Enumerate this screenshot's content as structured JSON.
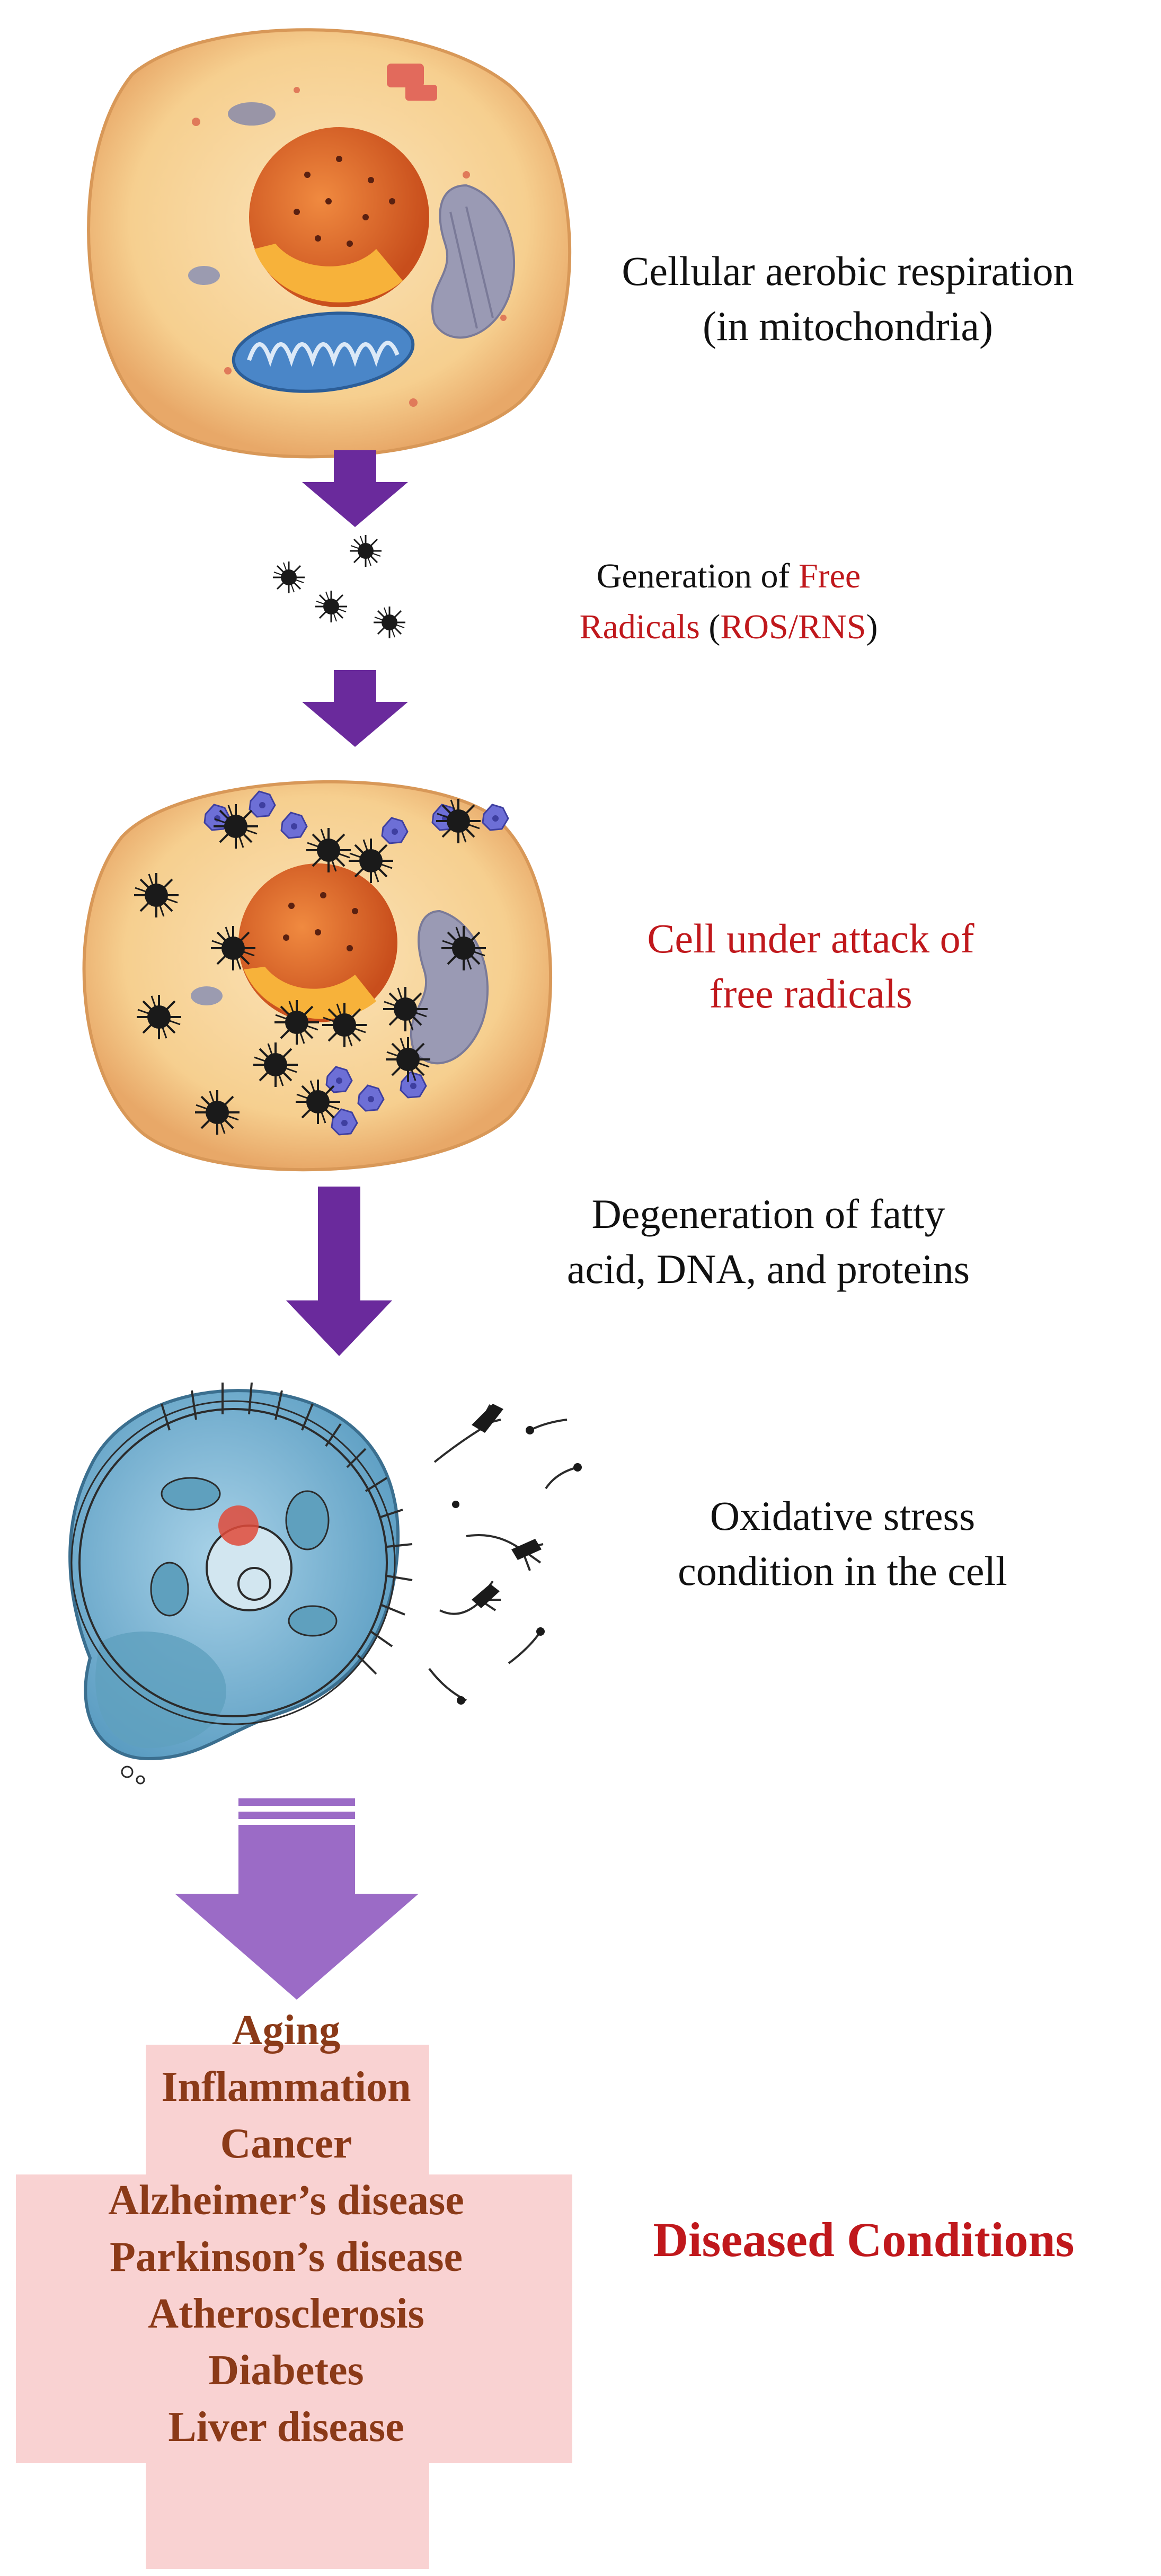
{
  "steps": {
    "respiration": {
      "line1": "Cellular aerobic respiration",
      "line2": "(in mitochondria)"
    },
    "generation": {
      "prefix": "Generation of ",
      "free": "Free",
      "radicals": "Radicals",
      "open_paren": " (",
      "ros_rns": "ROS/RNS",
      "close_paren": ")"
    },
    "attack": {
      "line1": "Cell under attack of",
      "line2": "free radicals"
    },
    "degeneration": {
      "line1": "Degeneration of fatty",
      "line2": "acid, DNA, and proteins"
    },
    "oxidative": {
      "line1": "Oxidative stress",
      "line2": "condition in the cell"
    }
  },
  "diseases": {
    "items": [
      "Aging",
      "Inflammation",
      "Cancer",
      "Alzheimer’s disease",
      "Parkinson’s disease",
      "Atherosclerosis",
      "Diabetes",
      "Liver disease"
    ],
    "heading": "Diseased Conditions"
  },
  "colors": {
    "arrow": "#6a2a9c",
    "big_arrow": "#9b6bc6",
    "red_text": "#c0181c",
    "disease_text": "#8b3a18",
    "disease_bg": "#f9d2d2",
    "cell_fill": "#f8d7a0",
    "nucleus": "#e0672a",
    "mitochondria": "#4a86c8",
    "radical": "#1a1a1a",
    "stressed_cell": "#6aa8c9"
  }
}
